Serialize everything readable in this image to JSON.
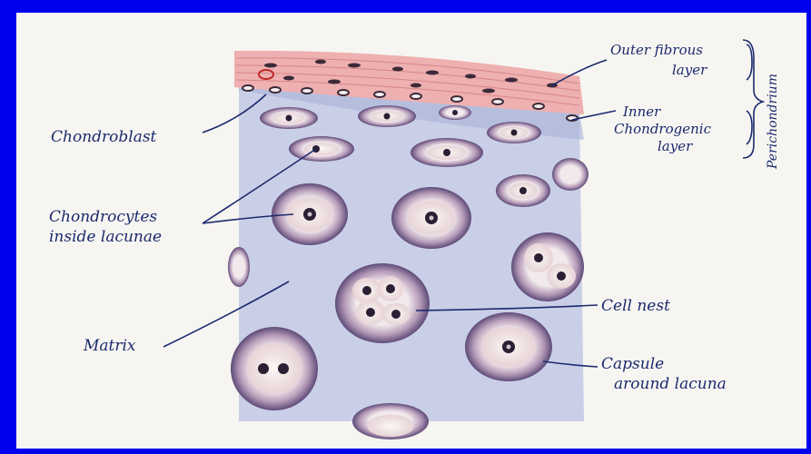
{
  "labels": {
    "chondroblast": "Chondroblast",
    "chondrocytes_1": "Chondrocytes",
    "chondrocytes_2": "inside lacunae",
    "matrix": "Matrix",
    "outer_1": "Outer fibrous",
    "outer_2": "layer",
    "inner_1": "Inner",
    "inner_2": "Chondrogenic",
    "inner_3": "layer",
    "perichondrium": "Perichondrium",
    "cell_nest": "Cell nest",
    "capsule_1": "Capsule",
    "capsule_2": "around lacuna"
  },
  "colors": {
    "background": "#0000ee",
    "paper": "#f7f5f1",
    "ink": "#1b2a6e",
    "perichondrium": "#e8a6a6",
    "matrix": "#c7cde6",
    "capsule": "#6b5b86"
  }
}
